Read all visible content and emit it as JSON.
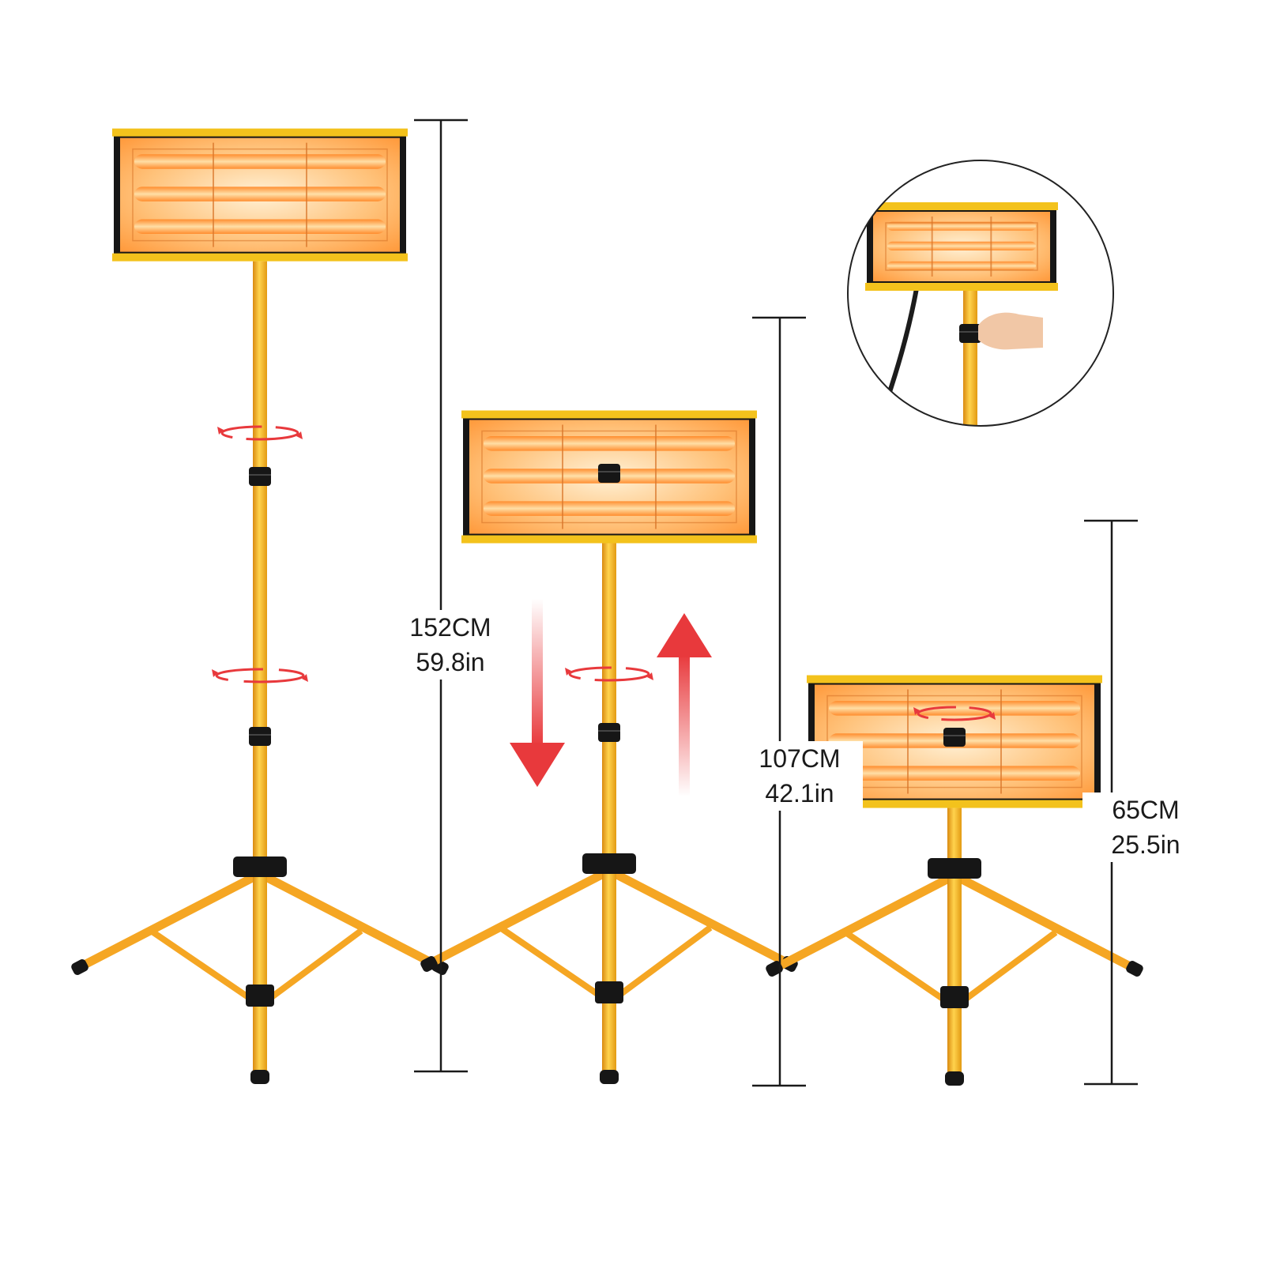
{
  "colors": {
    "frame": "#f3c21c",
    "pole": "#f5a623",
    "glow": "#ffb066",
    "black": "#161616",
    "arrow_red": "#e8393c",
    "dim_line": "#1a1a1a"
  },
  "heaters": [
    {
      "height_cm": 152,
      "height_in": 59.8,
      "label_cm": "152CM",
      "label_in": "59.8in"
    },
    {
      "height_cm": 107,
      "height_in": 42.1,
      "label_cm": "107CM",
      "label_in": "42.1in"
    },
    {
      "height_cm": 65,
      "height_in": 25.5,
      "label_cm": "65CM",
      "label_in": "25.5in"
    }
  ],
  "icons": {
    "rotate": "rotate-arrows-icon",
    "down": "arrow-down-icon",
    "up": "arrow-up-icon",
    "inset": "hand-adjusting-knob-icon"
  }
}
